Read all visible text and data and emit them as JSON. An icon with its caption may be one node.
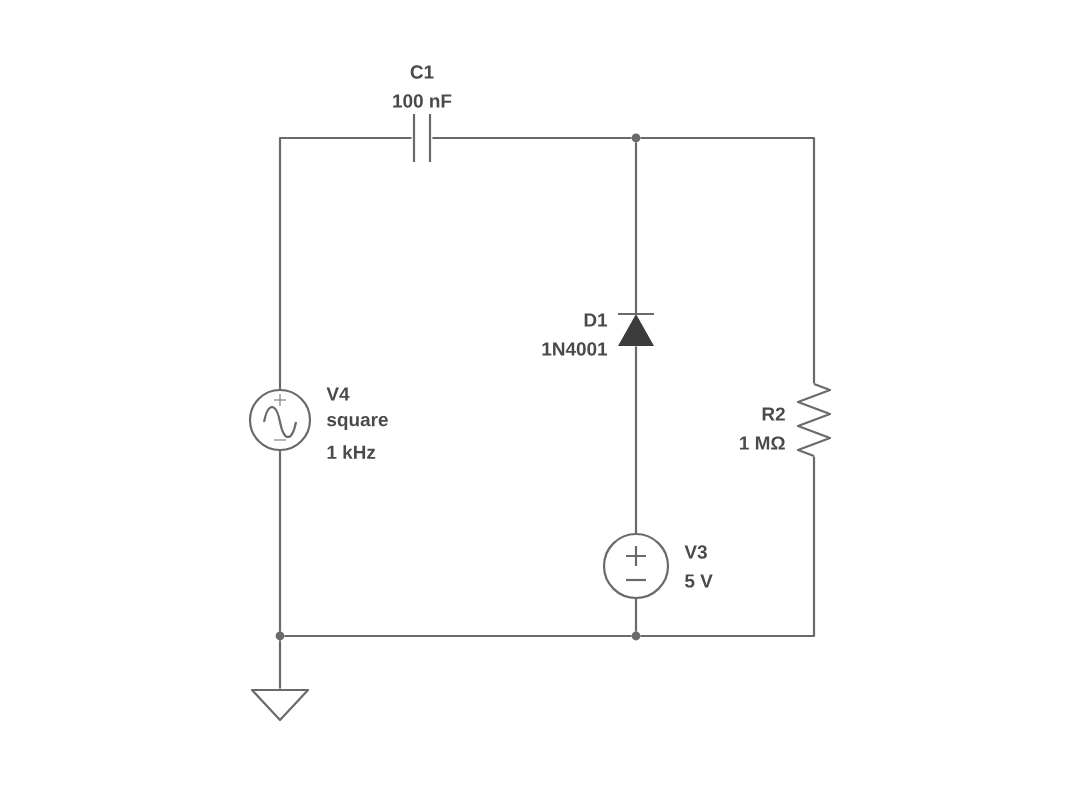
{
  "diagram": {
    "nodes": [
      {
        "text": [
          "C1",
          "100 nF"
        ]
      },
      {
        "text": [
          "D1",
          "1N4001"
        ]
      },
      {
        "text": [
          "R2",
          "1 MΩ"
        ]
      },
      {
        "text": [
          "V4",
          "square",
          "1 kHz"
        ]
      },
      {
        "text": [
          "V3",
          "5 V"
        ]
      },
      {
        "text": [],
        "shape": "ground"
      },
      {
        "text": [],
        "shape": "dot"
      },
      {
        "text": [],
        "shape": "dot"
      },
      {
        "text": [],
        "shape": "dot"
      }
    ],
    "edges": [
      {
        "from": 3,
        "to": 0,
        "arrow": "none"
      },
      {
        "from": 0,
        "to": 6,
        "arrow": "none"
      },
      {
        "from": 6,
        "to": 1,
        "arrow": "none"
      },
      {
        "from": 6,
        "to": 2,
        "arrow": "none"
      },
      {
        "from": 1,
        "to": 4,
        "arrow": "none"
      },
      {
        "from": 4,
        "to": 8,
        "arrow": "none"
      },
      {
        "from": 2,
        "to": 8,
        "arrow": "none"
      },
      {
        "from": 7,
        "to": 8,
        "arrow": "none"
      },
      {
        "from": 3,
        "to": 7,
        "arrow": "none"
      },
      {
        "from": 7,
        "to": 5,
        "arrow": "none"
      }
    ]
  }
}
